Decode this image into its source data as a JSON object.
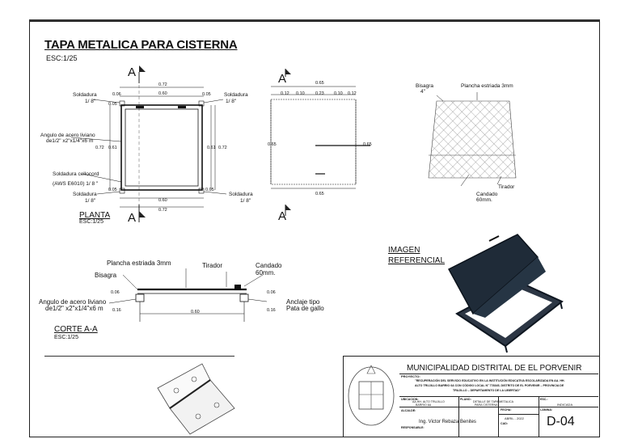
{
  "sheet": {
    "title": "TAPA METALICA PARA CISTERNA",
    "scale": "ESC:1/25"
  },
  "plan": {
    "section_marker": "A",
    "dims": {
      "top_total": "0.72",
      "top_mid": "0.60",
      "edge_a": "0.06",
      "edge_b": "0.05",
      "bottom_mid": "0.60",
      "bottom_total": "0.72",
      "side_total": "0.72",
      "side_inner": "0.61"
    },
    "labels": {
      "weld_tl": "Soldadura",
      "weld_tl_size": "1/ 8\"",
      "weld_tr": "Soldadura",
      "weld_tr_size": "1/ 8\"",
      "angle_line1": "Angulo de acero liviano",
      "angle_line2": "de1/2\" x2\"x1/4\"x6 m",
      "weld_cello": "Soldadura cellocord",
      "weld_cello_spec": "(AWS E6010) 1/ 8 \"",
      "weld_bl": "Soldadura",
      "weld_bl_size": "1/ 8\"",
      "weld_br": "Soldadura",
      "weld_br_size": "1/ 8\""
    },
    "caption": "PLANTA",
    "caption_scale": "ESC:1/25"
  },
  "elevation": {
    "section_marker": "A",
    "dims": {
      "top_total": "0.65",
      "d1": "0.12",
      "d2": "0.10",
      "d3": "0.23",
      "d4": "0.10",
      "d5": "0.12",
      "side_left": "0.65",
      "side_right": "0.65",
      "bottom": "0.65"
    }
  },
  "detail": {
    "hinge": "Bisagra",
    "hinge_size": "4\"",
    "plate": "Plancha estriada 3mm",
    "handle": "Tirador",
    "lock": "Candado",
    "lock_size": "60mm."
  },
  "section": {
    "plate": "Plancha estriada 3mm",
    "handle": "Tirador",
    "lock": "Candado",
    "lock_size": "60mm.",
    "hinge": "Bisagra",
    "angle_line1": "Angulo de acero liviano",
    "angle_line2": "de1/2\" x2\"x1/4\"x6 m",
    "anchor_line1": "Anclaje tipo",
    "anchor_line2": "Pata de gallo",
    "dim_left_top": "0.06",
    "dim_left": "0.16",
    "dim_mid": "0.60",
    "dim_right_top": "0.06",
    "dim_right": "0.16",
    "caption": "CORTE A-A",
    "caption_scale": "ESC:1/25"
  },
  "reference": {
    "label_line1": "IMAGEN",
    "label_line2": "REFERENCIAL"
  },
  "title_block": {
    "institution": "MUNICIPALIDAD DISTRITAL DE EL PORVENIR",
    "project_label": "PROYECTO:",
    "project_text_1": "\"RECUPERACIÓN DEL SERVICIO EDUCATIVO EN LA INSTITUCIÓN EDUCATIVA ESCOLARIZADA EN AA. HH.",
    "project_text_2": "ALTO TRUJILLO BARRIO 6A CON CÓDIGO LOCAL N° 778345, DISTRITO DE EL PORVENIR – PROVINCIA DE",
    "project_text_3": "TRUJILLO – DEPARTAMENTO DE LA LIBERTAD\"",
    "location_label": "UBICACION:",
    "location_value_1": "AA.HH. ALTO TRUJILLO",
    "location_value_2": "BARRIO 6A",
    "plan_label": "PLANO:",
    "plan_value_1": "DETALLE DE TAPA METALICA",
    "plan_value_2": "PARA CISTERNA",
    "esc_label": "ESC.:",
    "esc_value": "INDICADA",
    "mayor_label": "ALCALDE:",
    "date_label": "FECHA:",
    "date_value": "ABRIL - 2022",
    "cad_label": "CAD:",
    "sheet_label": "LAMINA:",
    "sheet_value": "D-04",
    "responsible": "Ing. Victor Rebaza Benites",
    "responsible_label": "RESPONSABLE:"
  },
  "colors": {
    "line": "#1a1a1a",
    "lid_dark": "#1c2a3a",
    "hatch": "#666666"
  }
}
